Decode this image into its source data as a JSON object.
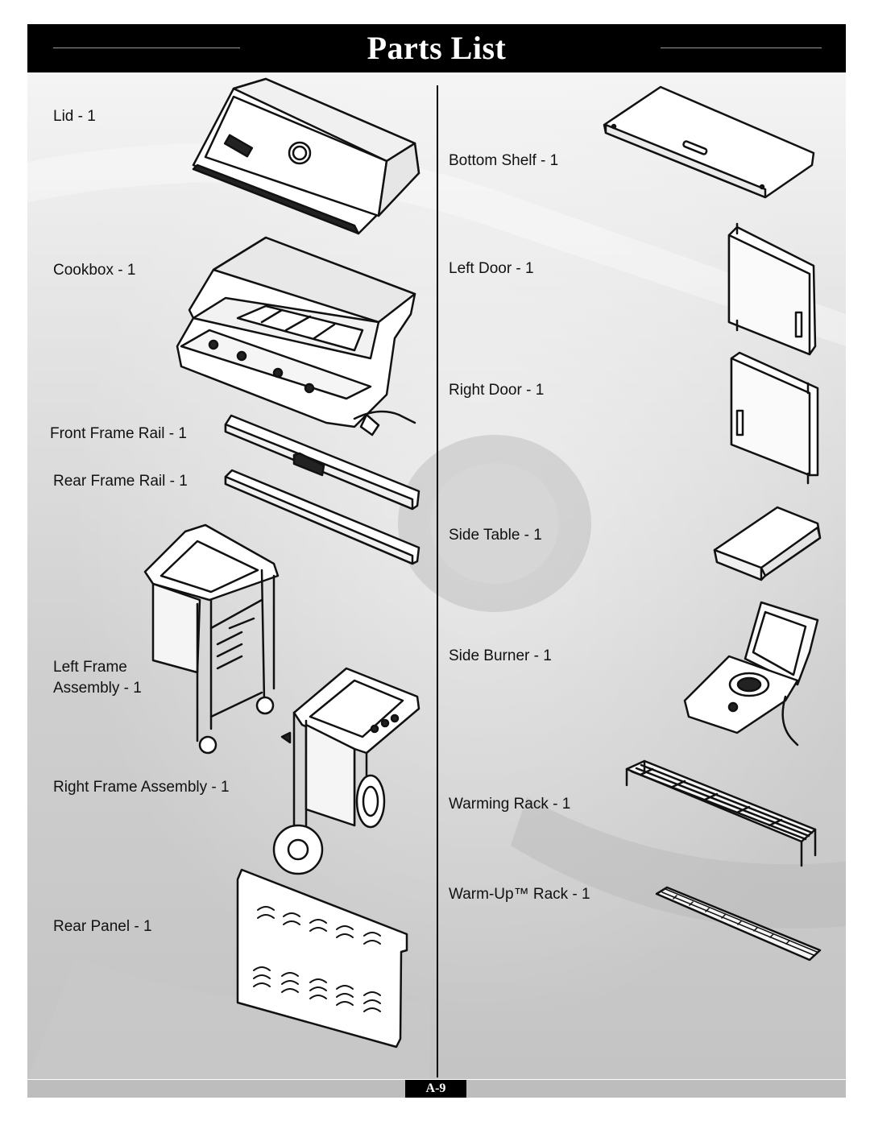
{
  "page": {
    "title": "Parts List",
    "page_number": "A-9"
  },
  "parts_left": [
    {
      "label": "Lid - 1"
    },
    {
      "label": "Cookbox - 1"
    },
    {
      "label": "Front Frame Rail - 1"
    },
    {
      "label": "Rear Frame Rail - 1"
    },
    {
      "label_line1": "Left Frame",
      "label_line2": "Assembly - 1"
    },
    {
      "label": "Right Frame Assembly - 1"
    },
    {
      "label": "Rear Panel - 1"
    }
  ],
  "parts_right": [
    {
      "label": "Bottom Shelf - 1"
    },
    {
      "label": "Left Door - 1"
    },
    {
      "label": "Right Door - 1"
    },
    {
      "label": "Side Table - 1"
    },
    {
      "label": "Side Burner - 1"
    },
    {
      "label": "Warming Rack - 1"
    },
    {
      "label": "Warm-Up™ Rack - 1"
    }
  ]
}
